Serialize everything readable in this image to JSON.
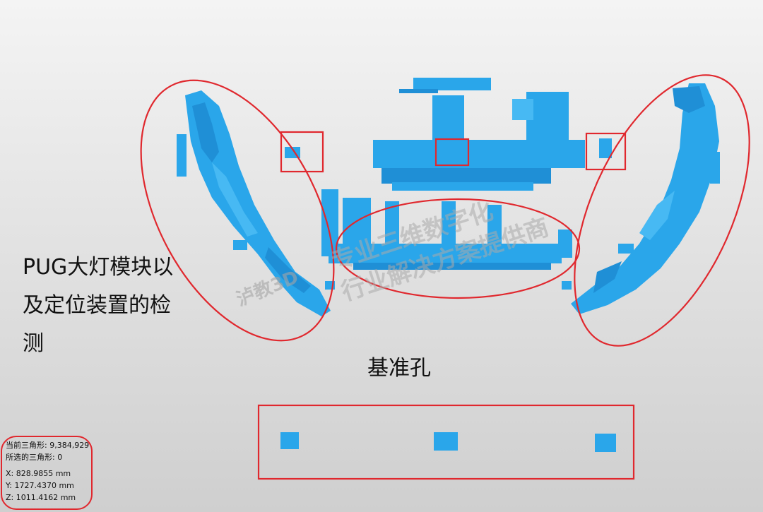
{
  "captions": {
    "side_lines": [
      "PUG大灯模块以",
      "及定位装置的检",
      "测"
    ],
    "datum_holes": "基准孔"
  },
  "watermark": {
    "line1": "专业三维数字化",
    "line2": "行业解决方案提供商",
    "logo_text": "泸教3D"
  },
  "stats": {
    "current_triangles": "当前三角形: 9,384,929",
    "selected_triangles": "所选的三角形: 0",
    "x": "X:  828.9855 mm",
    "y": "Y:  1727.4370 mm",
    "z": "Z:  1011.4162 mm"
  },
  "colors": {
    "scan_mesh": "#2aa6ea",
    "highlight": "#e0282e",
    "background": "#e3e3e3"
  }
}
